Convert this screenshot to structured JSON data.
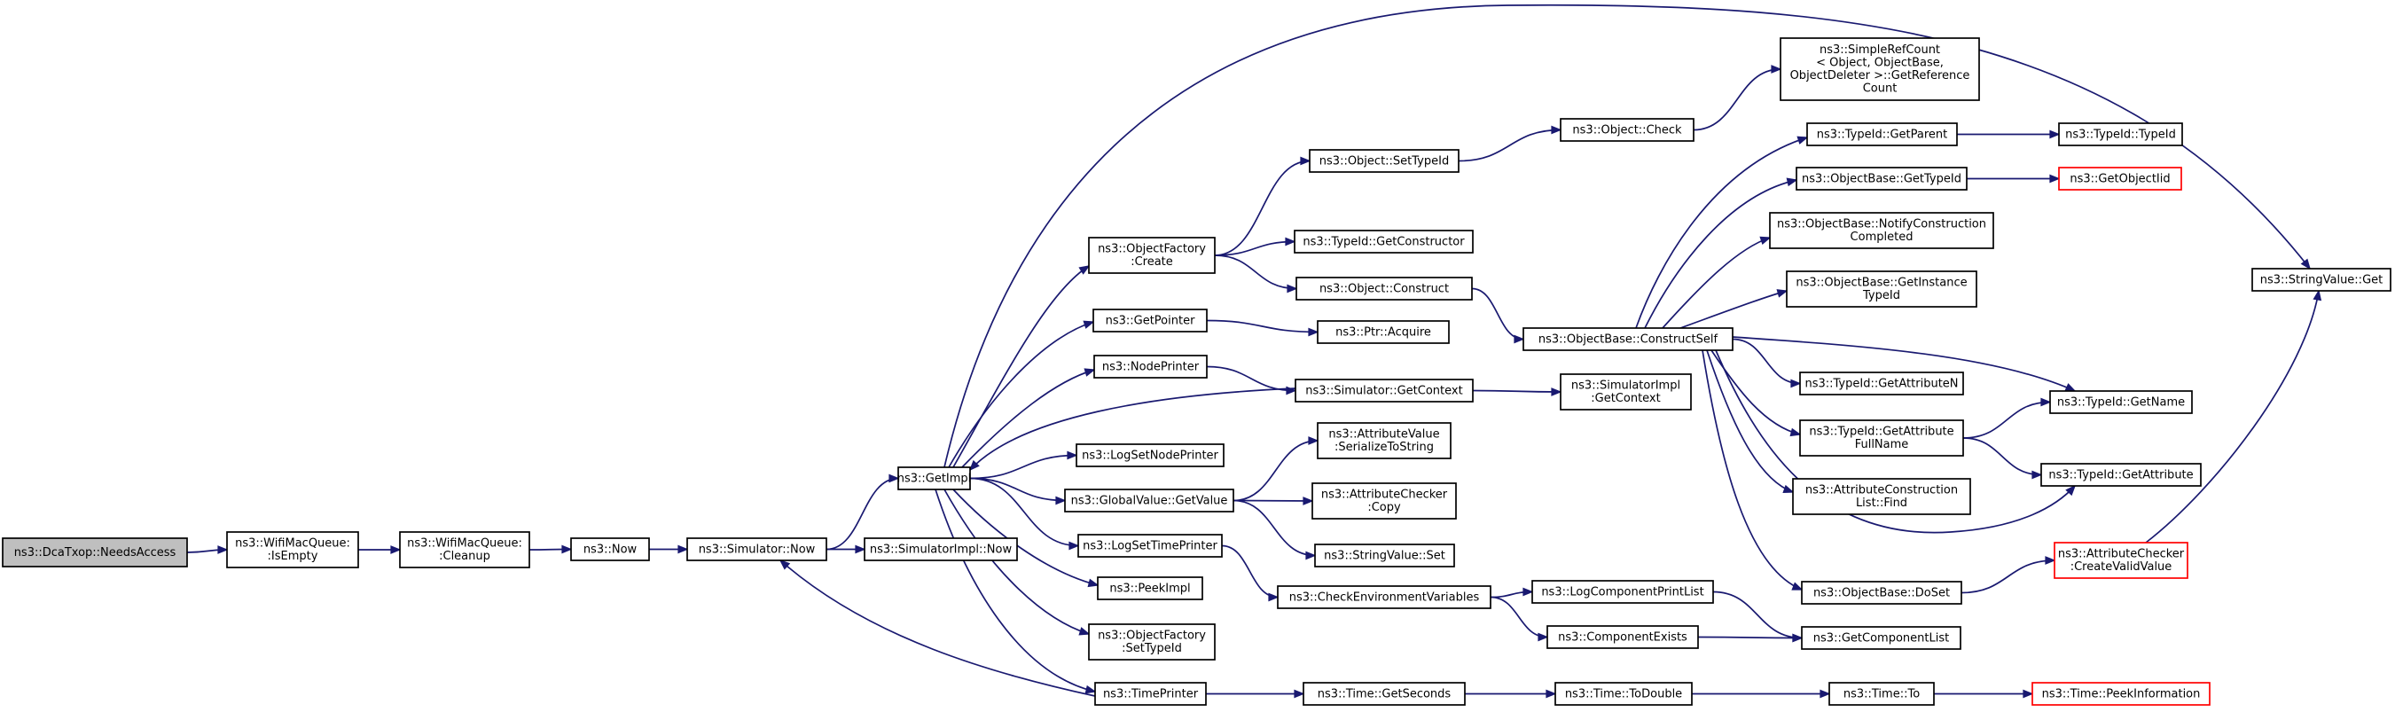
{
  "nodes": [
    {
      "id": "dcatxop",
      "lines": [
        "ns3::DcaTxop::NeedsAccess"
      ],
      "style": "start"
    },
    {
      "id": "wmq_isempty",
      "lines": [
        "ns3::WifiMacQueue:",
        ":IsEmpty"
      ]
    },
    {
      "id": "wmq_cleanup",
      "lines": [
        "ns3::WifiMacQueue:",
        ":Cleanup"
      ]
    },
    {
      "id": "now",
      "lines": [
        "ns3::Now"
      ]
    },
    {
      "id": "sim_now",
      "lines": [
        "ns3::Simulator::Now"
      ]
    },
    {
      "id": "simimpl_now",
      "lines": [
        "ns3::SimulatorImpl::Now"
      ]
    },
    {
      "id": "getimpl",
      "lines": [
        "ns3::GetImpl"
      ]
    },
    {
      "id": "objfactory_create",
      "lines": [
        "ns3::ObjectFactory",
        ":Create"
      ]
    },
    {
      "id": "getpointer",
      "lines": [
        "ns3::GetPointer"
      ]
    },
    {
      "id": "nodeprinter",
      "lines": [
        "ns3::NodePrinter"
      ]
    },
    {
      "id": "logsetnodeprinter",
      "lines": [
        "ns3::LogSetNodePrinter"
      ]
    },
    {
      "id": "globalvalue_getvalue",
      "lines": [
        "ns3::GlobalValue::GetValue"
      ]
    },
    {
      "id": "logsettimeprinter",
      "lines": [
        "ns3::LogSetTimePrinter"
      ]
    },
    {
      "id": "peekimpl",
      "lines": [
        "ns3::PeekImpl"
      ]
    },
    {
      "id": "objfactory_settypeid",
      "lines": [
        "ns3::ObjectFactory",
        ":SetTypeId"
      ]
    },
    {
      "id": "timeprinter",
      "lines": [
        "ns3::TimePrinter"
      ]
    },
    {
      "id": "object_settypeid",
      "lines": [
        "ns3::Object::SetTypeId"
      ]
    },
    {
      "id": "typeid_getconstructor",
      "lines": [
        "ns3::TypeId::GetConstructor"
      ]
    },
    {
      "id": "object_construct",
      "lines": [
        "ns3::Object::Construct"
      ]
    },
    {
      "id": "ptr_acquire",
      "lines": [
        "ns3::Ptr::Acquire"
      ]
    },
    {
      "id": "sim_getcontext",
      "lines": [
        "ns3::Simulator::GetContext"
      ]
    },
    {
      "id": "attrvalue_serialize",
      "lines": [
        "ns3::AttributeValue",
        ":SerializeToString"
      ]
    },
    {
      "id": "attrchecker_copy",
      "lines": [
        "ns3::AttributeChecker",
        ":Copy"
      ]
    },
    {
      "id": "stringvalue_set",
      "lines": [
        "ns3::StringValue::Set"
      ]
    },
    {
      "id": "checkenv",
      "lines": [
        "ns3::CheckEnvironmentVariables"
      ]
    },
    {
      "id": "time_getseconds",
      "lines": [
        "ns3::Time::GetSeconds"
      ]
    },
    {
      "id": "object_check",
      "lines": [
        "ns3::Object::Check"
      ]
    },
    {
      "id": "objectbase_constructself",
      "lines": [
        "ns3::ObjectBase::ConstructSelf"
      ]
    },
    {
      "id": "simimpl_getcontext",
      "lines": [
        "ns3::SimulatorImpl",
        ":GetContext"
      ]
    },
    {
      "id": "logcomponentprintlist",
      "lines": [
        "ns3::LogComponentPrintList"
      ]
    },
    {
      "id": "componentexists",
      "lines": [
        "ns3::ComponentExists"
      ]
    },
    {
      "id": "time_todouble",
      "lines": [
        "ns3::Time::ToDouble"
      ]
    },
    {
      "id": "simplerefcount",
      "lines": [
        "ns3::SimpleRefCount",
        "< Object, ObjectBase,",
        "ObjectDeleter >::GetReference",
        "Count"
      ]
    },
    {
      "id": "typeid_getparent",
      "lines": [
        "ns3::TypeId::GetParent"
      ]
    },
    {
      "id": "objectbase_gettypeid",
      "lines": [
        "ns3::ObjectBase::GetTypeId"
      ]
    },
    {
      "id": "objectbase_notify",
      "lines": [
        "ns3::ObjectBase::NotifyConstruction",
        "Completed"
      ]
    },
    {
      "id": "objectbase_getinstance",
      "lines": [
        "ns3::ObjectBase::GetInstance",
        "TypeId"
      ]
    },
    {
      "id": "typeid_getattributen",
      "lines": [
        "ns3::TypeId::GetAttributeN"
      ]
    },
    {
      "id": "typeid_getattributefullname",
      "lines": [
        "ns3::TypeId::GetAttribute",
        "FullName"
      ]
    },
    {
      "id": "attrconstruction_find",
      "lines": [
        "ns3::AttributeConstruction",
        "List::Find"
      ]
    },
    {
      "id": "objectbase_doset",
      "lines": [
        "ns3::ObjectBase::DoSet"
      ]
    },
    {
      "id": "getcomponentlist",
      "lines": [
        "ns3::GetComponentList"
      ]
    },
    {
      "id": "time_to",
      "lines": [
        "ns3::Time::To"
      ]
    },
    {
      "id": "typeid_typeid",
      "lines": [
        "ns3::TypeId::TypeId"
      ]
    },
    {
      "id": "getobjectiid",
      "lines": [
        "ns3::GetObjectIid"
      ],
      "style": "red"
    },
    {
      "id": "typeid_getname",
      "lines": [
        "ns3::TypeId::GetName"
      ]
    },
    {
      "id": "typeid_getattribute",
      "lines": [
        "ns3::TypeId::GetAttribute"
      ]
    },
    {
      "id": "attrchecker_createvalid",
      "lines": [
        "ns3::AttributeChecker",
        ":CreateValidValue"
      ],
      "style": "red"
    },
    {
      "id": "time_peekinformation",
      "lines": [
        "ns3::Time::PeekInformation"
      ],
      "style": "red"
    },
    {
      "id": "stringvalue_get",
      "lines": [
        "ns3::StringValue::Get"
      ]
    }
  ],
  "edges": [
    [
      "dcatxop",
      "wmq_isempty"
    ],
    [
      "wmq_isempty",
      "wmq_cleanup"
    ],
    [
      "wmq_cleanup",
      "now"
    ],
    [
      "now",
      "sim_now"
    ],
    [
      "sim_now",
      "getimpl"
    ],
    [
      "sim_now",
      "simimpl_now"
    ],
    [
      "getimpl",
      "objfactory_create"
    ],
    [
      "getimpl",
      "getpointer"
    ],
    [
      "getimpl",
      "nodeprinter"
    ],
    [
      "getimpl",
      "logsetnodeprinter"
    ],
    [
      "getimpl",
      "globalvalue_getvalue"
    ],
    [
      "getimpl",
      "logsettimeprinter"
    ],
    [
      "getimpl",
      "peekimpl"
    ],
    [
      "getimpl",
      "objfactory_settypeid"
    ],
    [
      "getimpl",
      "timeprinter"
    ],
    [
      "getimpl",
      "stringvalue_get"
    ],
    [
      "objfactory_create",
      "object_settypeid"
    ],
    [
      "objfactory_create",
      "typeid_getconstructor"
    ],
    [
      "objfactory_create",
      "object_construct"
    ],
    [
      "getpointer",
      "ptr_acquire"
    ],
    [
      "nodeprinter",
      "sim_getcontext"
    ],
    [
      "sim_getcontext",
      "getimpl"
    ],
    [
      "sim_getcontext",
      "simimpl_getcontext"
    ],
    [
      "globalvalue_getvalue",
      "attrvalue_serialize"
    ],
    [
      "globalvalue_getvalue",
      "attrchecker_copy"
    ],
    [
      "globalvalue_getvalue",
      "stringvalue_set"
    ],
    [
      "logsettimeprinter",
      "checkenv"
    ],
    [
      "timeprinter",
      "sim_now"
    ],
    [
      "timeprinter",
      "time_getseconds"
    ],
    [
      "object_settypeid",
      "object_check"
    ],
    [
      "object_check",
      "simplerefcount"
    ],
    [
      "object_construct",
      "objectbase_constructself"
    ],
    [
      "objectbase_constructself",
      "typeid_getparent"
    ],
    [
      "objectbase_constructself",
      "objectbase_gettypeid"
    ],
    [
      "objectbase_constructself",
      "objectbase_notify"
    ],
    [
      "objectbase_constructself",
      "objectbase_getinstance"
    ],
    [
      "objectbase_constructself",
      "typeid_getname"
    ],
    [
      "objectbase_constructself",
      "typeid_getattributen"
    ],
    [
      "objectbase_constructself",
      "typeid_getattributefullname"
    ],
    [
      "objectbase_constructself",
      "attrconstruction_find"
    ],
    [
      "objectbase_constructself",
      "typeid_getattribute"
    ],
    [
      "objectbase_constructself",
      "objectbase_doset"
    ],
    [
      "typeid_getparent",
      "typeid_typeid"
    ],
    [
      "objectbase_gettypeid",
      "getobjectiid"
    ],
    [
      "typeid_getattributefullname",
      "typeid_getname"
    ],
    [
      "typeid_getattributefullname",
      "typeid_getattribute"
    ],
    [
      "objectbase_doset",
      "attrchecker_createvalid"
    ],
    [
      "attrchecker_createvalid",
      "stringvalue_get"
    ],
    [
      "checkenv",
      "logcomponentprintlist"
    ],
    [
      "checkenv",
      "componentexists"
    ],
    [
      "logcomponentprintlist",
      "getcomponentlist"
    ],
    [
      "componentexists",
      "getcomponentlist"
    ],
    [
      "time_getseconds",
      "time_todouble"
    ],
    [
      "time_todouble",
      "time_to"
    ],
    [
      "time_to",
      "time_peekinformation"
    ]
  ]
}
